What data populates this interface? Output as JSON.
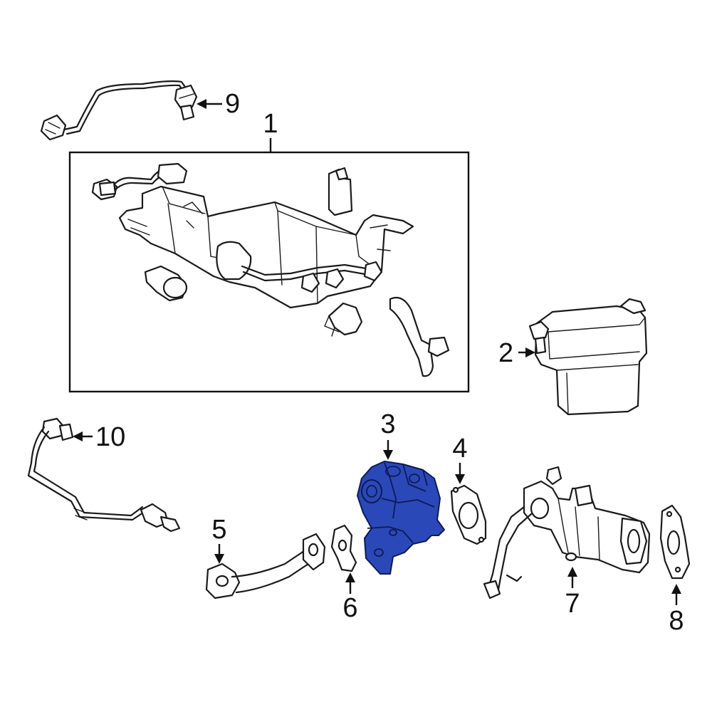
{
  "callouts": {
    "c1": "1",
    "c2": "2",
    "c3": "3",
    "c4": "4",
    "c5": "5",
    "c6": "6",
    "c7": "7",
    "c8": "8",
    "c9": "9",
    "c10": "10"
  },
  "colors": {
    "highlight": "#2b48b8",
    "line": "#1a1a1a",
    "background": "#ffffff"
  }
}
